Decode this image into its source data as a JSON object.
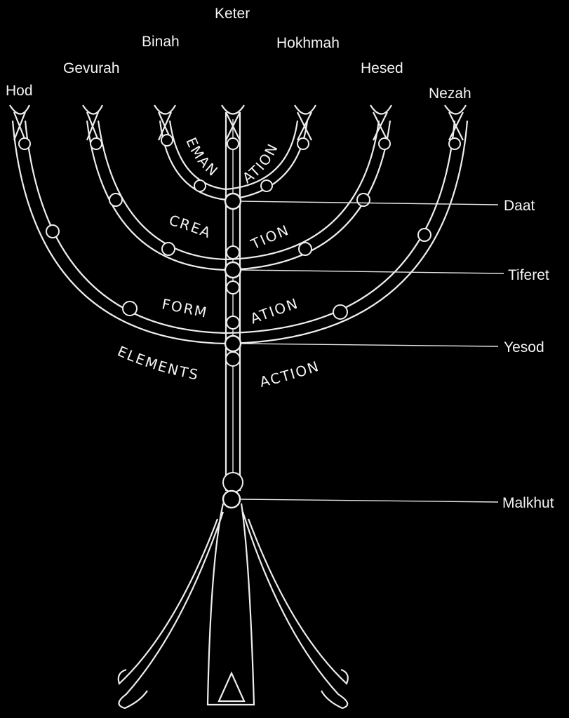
{
  "sefirot_top": {
    "keter": "Keter",
    "binah": "Binah",
    "hokhmah": "Hokhmah",
    "gevurah": "Gevurah",
    "hesed": "Hesed",
    "hod": "Hod",
    "nezah": "Nezah"
  },
  "sefirot_side": {
    "daat": "Daat",
    "tiferet": "Tiferet",
    "yesod": "Yesod",
    "malkhut": "Malkhut"
  },
  "worlds": {
    "emanation_left": "EMAN",
    "emanation_right": "ATION",
    "creation_left": "CREA",
    "creation_right": "TION",
    "formation_left": "FORM",
    "formation_right": "ATION",
    "elements": "ELEMENTS",
    "action": "ACTION"
  },
  "colors": {
    "background": "#000000",
    "lines": "#ededed"
  }
}
